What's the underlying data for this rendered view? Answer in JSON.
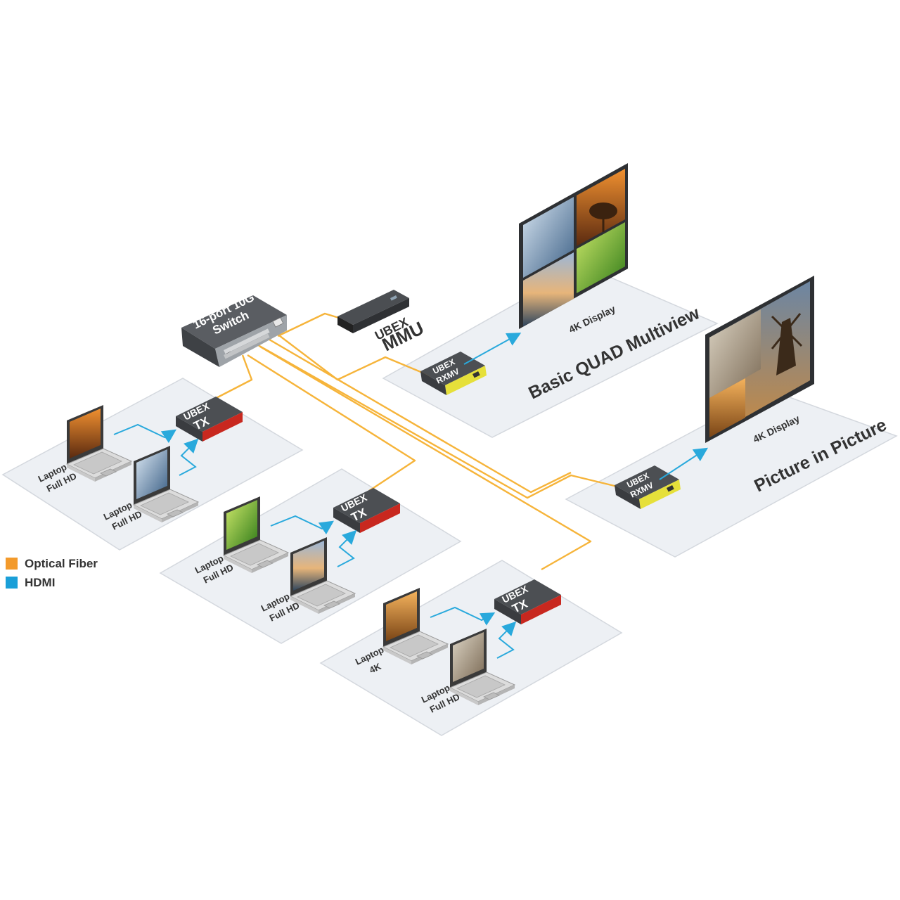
{
  "switch": {
    "line1": "16-port 10G",
    "line2": "Switch"
  },
  "mmu": {
    "line1": "UBEX",
    "line2": "MMU"
  },
  "tx": {
    "line1": "UBEX",
    "line2": "TX"
  },
  "rxmv": {
    "line1": "UBEX",
    "line2": "RXMV"
  },
  "zones": {
    "quad": {
      "title": "Basic QUAD Multiview",
      "display": "4K Display"
    },
    "pip": {
      "title": "Picture in Picture",
      "display": "4K Display"
    },
    "group1": {
      "laptop_a": [
        "Laptop",
        "Full HD"
      ],
      "laptop_b": [
        "Laptop",
        "Full HD"
      ]
    },
    "group2": {
      "laptop_a": [
        "Laptop",
        "Full HD"
      ],
      "laptop_b": [
        "Laptop",
        "Full HD"
      ]
    },
    "group3": {
      "laptop_a": [
        "Laptop",
        "4K"
      ],
      "laptop_b": [
        "Laptop",
        "Full HD"
      ]
    }
  },
  "legend": [
    {
      "label": "Optical Fiber",
      "color": "#f39a2b"
    },
    {
      "label": "HDMI",
      "color": "#1a9fd8"
    }
  ],
  "colors": {
    "fiber": "#f6b43a",
    "hdmi": "#29a9dc",
    "platform": "#eef0f3",
    "tx_accent": "#c8281f",
    "rx_accent": "#e6e03a"
  }
}
